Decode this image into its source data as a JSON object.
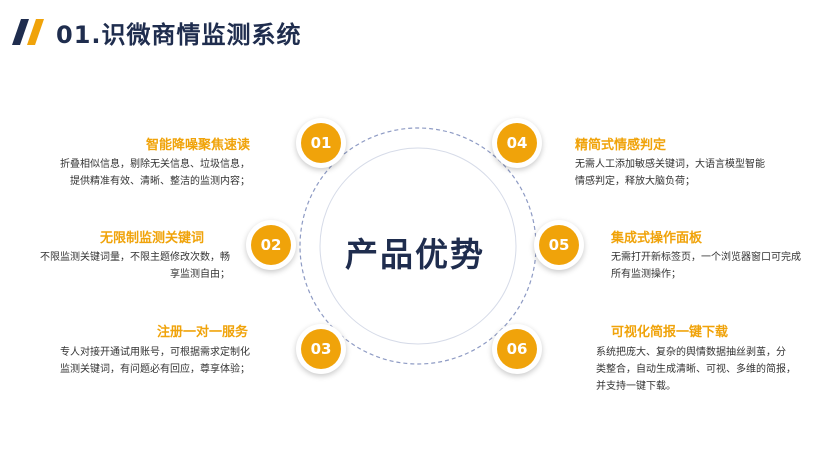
{
  "header": {
    "title": "01.识微商情监测系统"
  },
  "center": {
    "title": "产品优势"
  },
  "features": [
    {
      "num": "01",
      "title": "智能降噪聚焦速读",
      "lines": [
        "折叠相似信息，剔除无关信息、垃圾信息，",
        "提供精准有效、清晰、整洁的监测内容；"
      ]
    },
    {
      "num": "02",
      "title": "无限制监测关键词",
      "lines": [
        "不限监测关键词量，不限主题修改次数，畅",
        "享监测自由；"
      ]
    },
    {
      "num": "03",
      "title": "注册一对一服务",
      "lines": [
        "专人对接开通试用账号，可根据需求定制化",
        "监测关键词，有问题必有回应，尊享体验；"
      ]
    },
    {
      "num": "04",
      "title": "精简式情感判定",
      "lines": [
        "无需人工添加敏感关键词，大语言模型智能",
        "情感判定，释放大脑负荷；"
      ]
    },
    {
      "num": "05",
      "title": "集成式操作面板",
      "lines": [
        "无需打开新标签页，一个浏览器窗口可完成",
        "所有监测操作；"
      ]
    },
    {
      "num": "06",
      "title": "可视化简报一键下载",
      "lines": [
        "系统把庞大、复杂的舆情数据抽丝剥茧，分",
        "类整合，自动生成清晰、可视、多维的简报，",
        "并支持一键下载。"
      ]
    }
  ],
  "colors": {
    "accent": "#f0a30a",
    "navy": "#1f2d4e",
    "ring": "#8e9bc4"
  }
}
